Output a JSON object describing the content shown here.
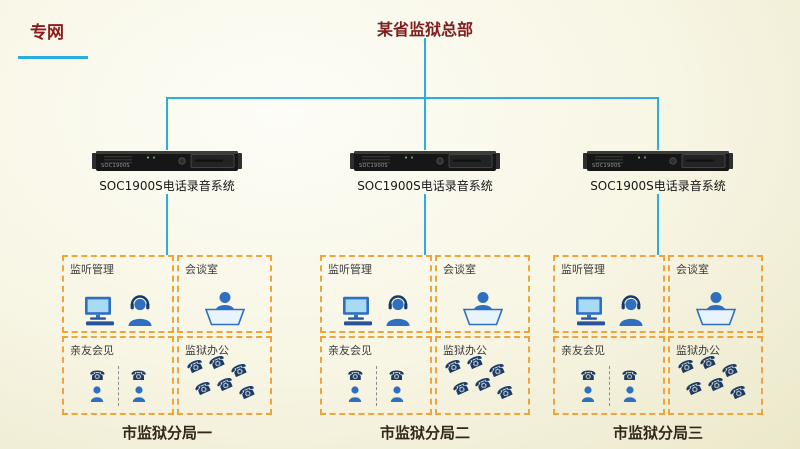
{
  "colors": {
    "line": "#2aaede",
    "dashed_border": "#f0a43c",
    "heading_text": "#7e1d1d",
    "icon_blue": "#2f6fc0",
    "icon_dark": "#1b3a66"
  },
  "header": {
    "network_label": "专网",
    "title": "某省监狱总部"
  },
  "servers": [
    {
      "label": "SOC1900S电话录音系统",
      "faceplate_text": "SOC1900S"
    },
    {
      "label": "SOC1900S电话录音系统",
      "faceplate_text": "SOC1900S"
    },
    {
      "label": "SOC1900S电话录音系统",
      "faceplate_text": "SOC1900S"
    }
  ],
  "rooms": {
    "monitoring": "监听管理",
    "meeting": "会谈室",
    "family_visit": "亲友会见",
    "office": "监狱办公"
  },
  "icons": {
    "phone_glyph": "☎"
  },
  "branches": [
    {
      "name": "市监狱分局一"
    },
    {
      "name": "市监狱分局二"
    },
    {
      "name": "市监狱分局三"
    }
  ]
}
